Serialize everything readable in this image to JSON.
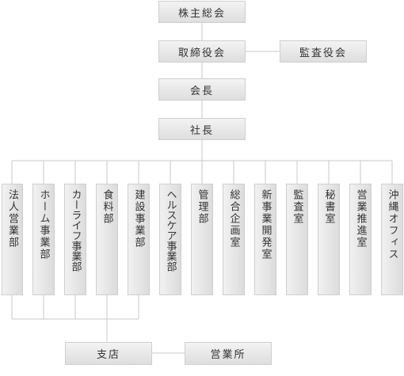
{
  "top": {
    "shareholders": "株主総会",
    "board": "取締役会",
    "auditors": "監査役会",
    "chairman": "会長",
    "president": "社長"
  },
  "departments": [
    {
      "label": "法人営業部"
    },
    {
      "label": "ホーム事業部"
    },
    {
      "label": "カーライフ事業部"
    },
    {
      "label": "食料部"
    },
    {
      "label": "建設事業部"
    },
    {
      "label": "ヘルスケア事業部"
    },
    {
      "label": "管理部"
    },
    {
      "label": "総合企画室"
    },
    {
      "label": "新事業開発室"
    },
    {
      "label": "監査室"
    },
    {
      "label": "秘書室"
    },
    {
      "label": "営業推進室"
    },
    {
      "label": "沖縄オフィス"
    }
  ],
  "bottom": {
    "branch": "支店",
    "sales_office": "営業所"
  },
  "colors": {
    "line": "#c8c8c8",
    "box_border": "#cfcfcf",
    "text": "#333333"
  }
}
